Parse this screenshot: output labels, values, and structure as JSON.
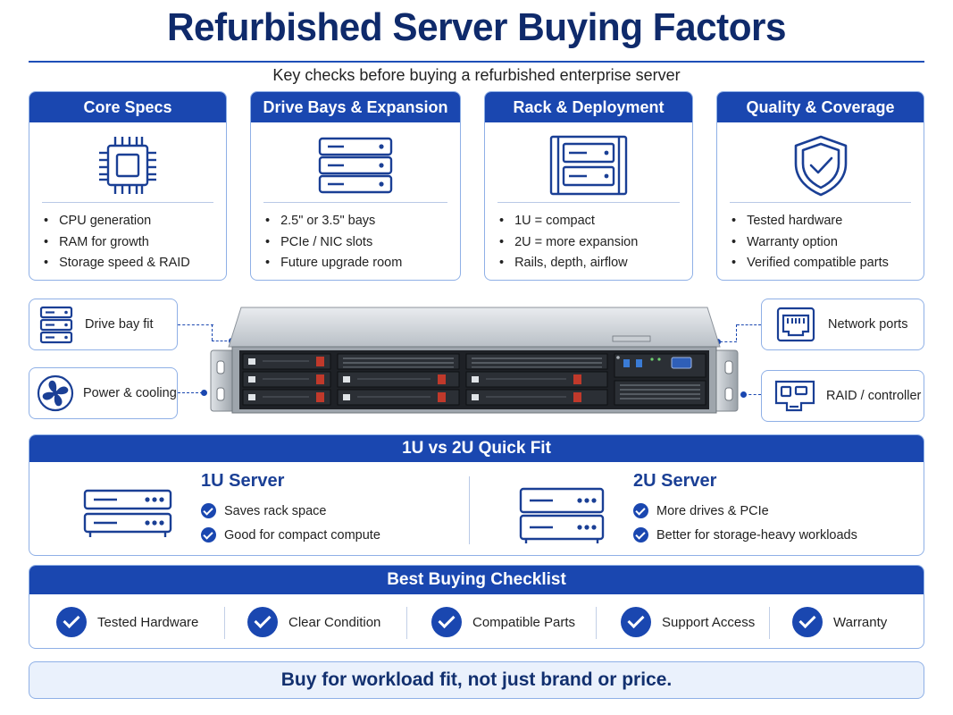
{
  "title": "Refurbished Server Buying Factors",
  "subtitle": "Key checks before buying a refurbished enterprise server",
  "cards": [
    {
      "heading": "Core Specs",
      "icon": "cpu-chip-icon",
      "items": [
        "CPU generation",
        "RAM for growth",
        "Storage speed & RAID"
      ]
    },
    {
      "heading": "Drive Bays & Expansion",
      "icon": "drive-bays-icon",
      "items": [
        "2.5\" or 3.5\" bays",
        "PCIe / NIC slots",
        "Future upgrade room"
      ]
    },
    {
      "heading": "Rack & Deployment",
      "icon": "rack-icon",
      "items": [
        "1U = compact",
        "2U = more expansion",
        "Rails, depth, airflow"
      ]
    },
    {
      "heading": "Quality & Coverage",
      "icon": "shield-check-icon",
      "items": [
        "Tested hardware",
        "Warranty option",
        "Verified compatible parts"
      ]
    }
  ],
  "callouts": {
    "drive_bay_fit": "Drive bay fit",
    "power_cooling": "Power & cooling",
    "network_ports": "Network ports",
    "raid_controller": "RAID / controller"
  },
  "fit": {
    "heading": "1U vs 2U Quick Fit",
    "one_u": {
      "title": "1U Server",
      "points": [
        "Saves rack space",
        "Good for compact compute"
      ]
    },
    "two_u": {
      "title": "2U Server",
      "points": [
        "More drives & PCIe",
        "Better for storage-heavy workloads"
      ]
    }
  },
  "checklist": {
    "heading": "Best Buying Checklist",
    "items": [
      "Tested Hardware",
      "Clear Condition",
      "Compatible Parts",
      "Support Access",
      "Warranty"
    ]
  },
  "banner": "Buy for workload fit, not just brand or price.",
  "colors": {
    "primary": "#1a47b0",
    "title": "#0f2a6b",
    "border": "#8fb0e6",
    "banner_bg": "#eaf1fc"
  }
}
